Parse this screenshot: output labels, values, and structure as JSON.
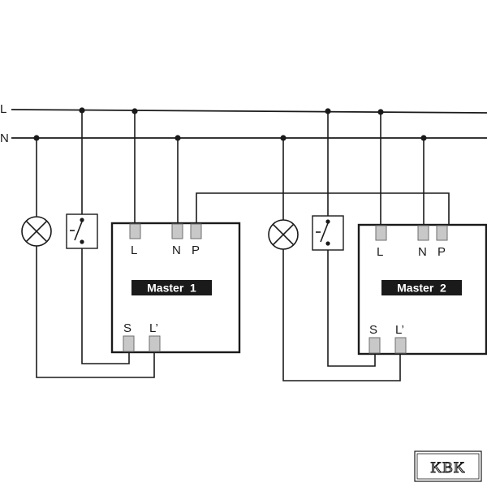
{
  "bus": {
    "line_label": "L",
    "neutral_label": "N"
  },
  "masters": [
    {
      "title": "Master  1",
      "terminals": {
        "l": "L",
        "n": "N",
        "p": "P",
        "s": "S",
        "lout": "L’"
      }
    },
    {
      "title": "Master  2",
      "terminals": {
        "l": "L",
        "n": "N",
        "p": "P",
        "s": "S",
        "lout": "L’"
      }
    }
  ],
  "logo": {
    "text": "KBK"
  }
}
